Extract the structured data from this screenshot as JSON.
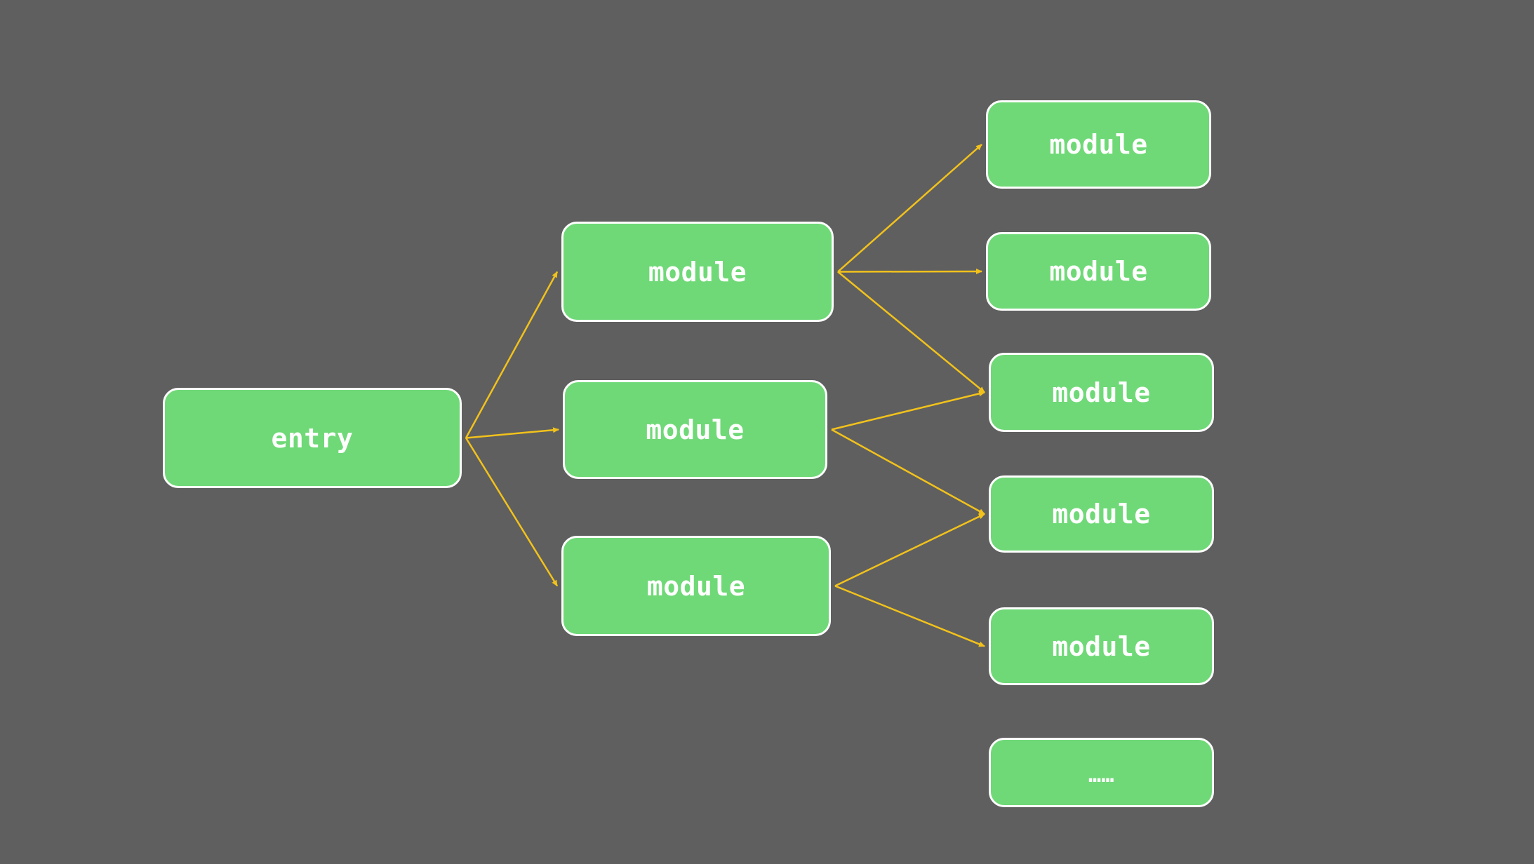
{
  "colors": {
    "background": "#5f5f5f",
    "node_fill": "#6fd977",
    "node_border": "#ffffff",
    "edge": "#f2c21b"
  },
  "nodes": {
    "entry": "entry",
    "mod_l1_a": "module",
    "mod_l1_b": "module",
    "mod_l1_c": "module",
    "mod_l2_1": "module",
    "mod_l2_2": "module",
    "mod_l2_3": "module",
    "mod_l2_4": "module",
    "mod_l2_5": "module",
    "more": "……"
  },
  "edges": [
    {
      "from": "entry",
      "to": "mod_l1_a"
    },
    {
      "from": "entry",
      "to": "mod_l1_b"
    },
    {
      "from": "entry",
      "to": "mod_l1_c"
    },
    {
      "from": "mod_l1_a",
      "to": "mod_l2_1"
    },
    {
      "from": "mod_l1_a",
      "to": "mod_l2_2"
    },
    {
      "from": "mod_l1_a",
      "to": "mod_l2_3"
    },
    {
      "from": "mod_l1_b",
      "to": "mod_l2_3"
    },
    {
      "from": "mod_l1_b",
      "to": "mod_l2_4"
    },
    {
      "from": "mod_l1_c",
      "to": "mod_l2_4"
    },
    {
      "from": "mod_l1_c",
      "to": "mod_l2_5"
    }
  ]
}
